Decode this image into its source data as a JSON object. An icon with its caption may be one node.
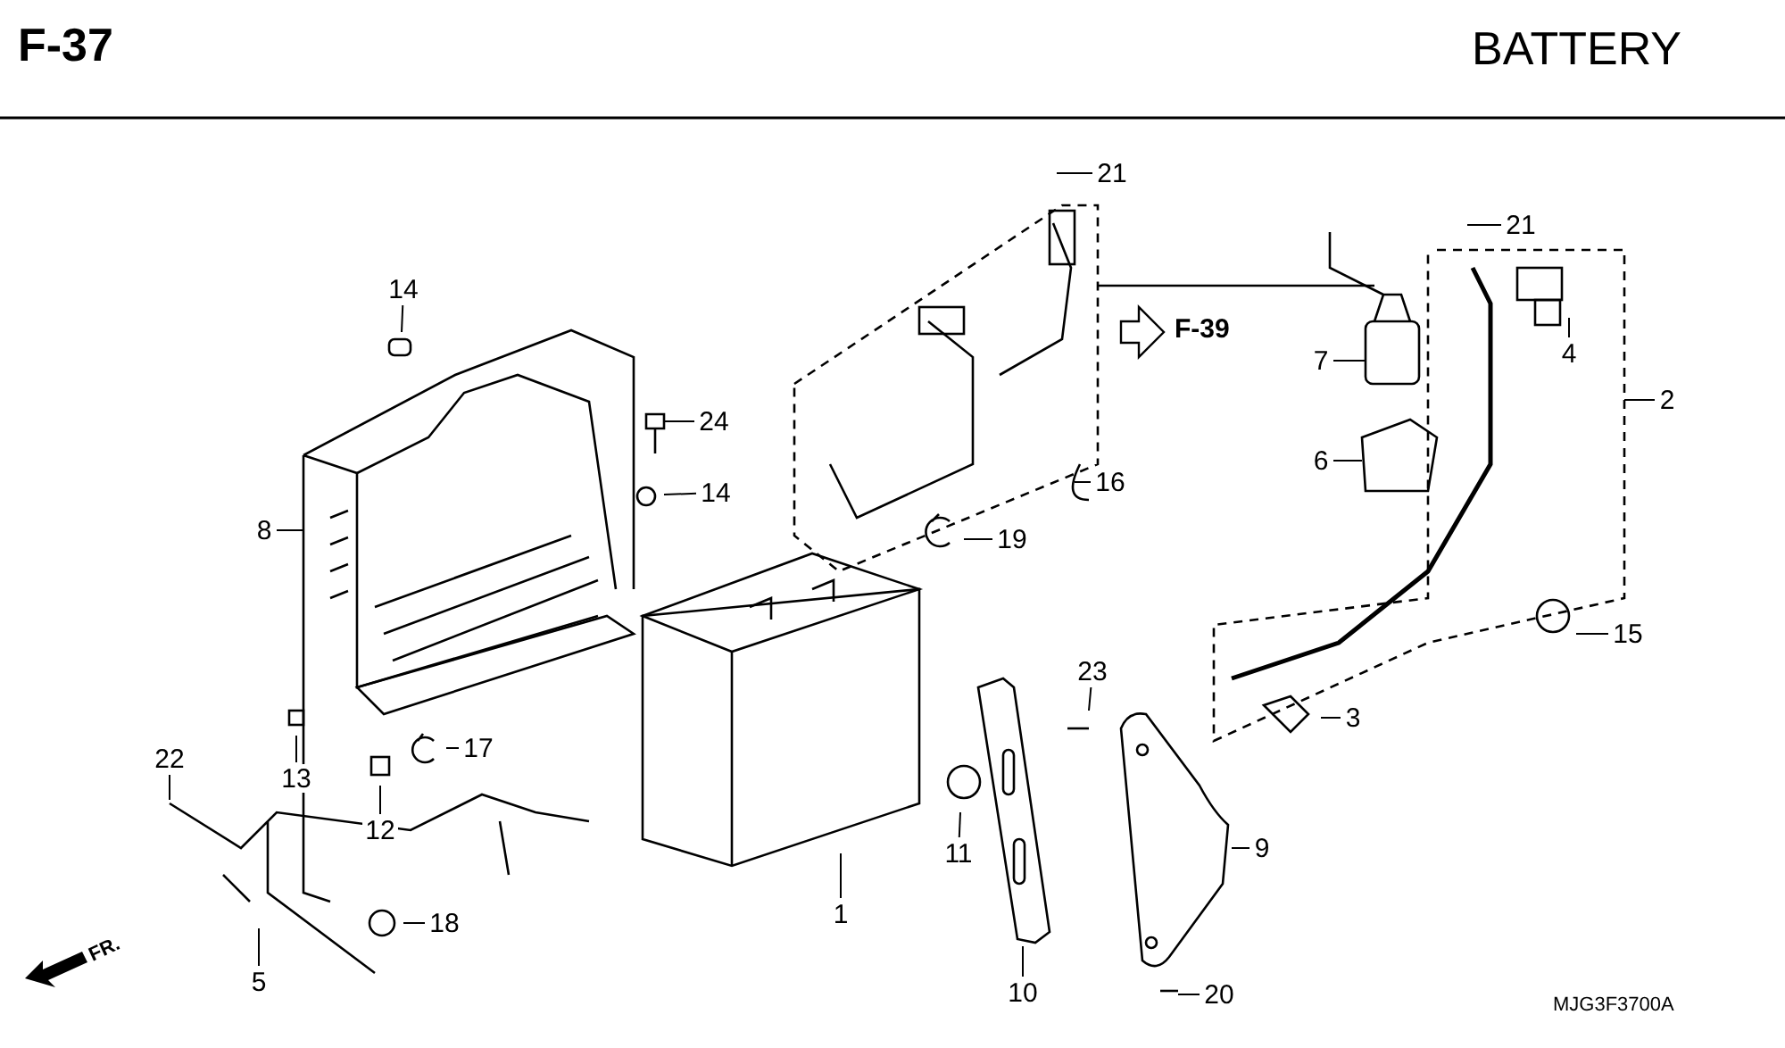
{
  "diagram": {
    "title": "BATTERY",
    "nodes": [
      {
        "text": [
          "21"
        ]
      },
      {
        "text": [
          "21"
        ]
      },
      {
        "text": [
          "14"
        ]
      },
      {
        "text": [
          "7"
        ]
      },
      {
        "text": [
          "4"
        ]
      },
      {
        "text": [
          "2"
        ]
      },
      {
        "text": [
          "24"
        ]
      },
      {
        "text": [
          "6"
        ]
      },
      {
        "text": [
          "16"
        ]
      },
      {
        "text": [
          "14"
        ]
      },
      {
        "text": [
          "8"
        ]
      },
      {
        "text": [
          "19"
        ]
      },
      {
        "text": [
          "15"
        ]
      },
      {
        "text": [
          "23"
        ]
      },
      {
        "text": [
          "3"
        ]
      },
      {
        "text": [
          "17"
        ]
      },
      {
        "text": [
          "22"
        ]
      },
      {
        "text": [
          "13"
        ]
      },
      {
        "text": [
          "12"
        ]
      },
      {
        "text": [
          "9"
        ]
      },
      {
        "text": [
          "11"
        ]
      },
      {
        "text": [
          "1"
        ]
      },
      {
        "text": [
          "18"
        ]
      },
      {
        "text": [
          "5"
        ]
      },
      {
        "text": [
          "10"
        ]
      },
      {
        "text": [
          "20"
        ]
      }
    ],
    "edges": [
      {
        "from": 0,
        "to": null,
        "arrow": "none"
      },
      {
        "from": 1,
        "to": null,
        "arrow": "none"
      },
      {
        "from": 2,
        "to": null,
        "arrow": "none"
      },
      {
        "from": 3,
        "to": null,
        "arrow": "none"
      },
      {
        "from": 4,
        "to": null,
        "arrow": "none"
      },
      {
        "from": 5,
        "to": null,
        "arrow": "none"
      },
      {
        "from": 6,
        "to": null,
        "arrow": "none"
      },
      {
        "from": 7,
        "to": null,
        "arrow": "none"
      },
      {
        "from": 8,
        "to": null,
        "arrow": "none"
      },
      {
        "from": 9,
        "to": null,
        "arrow": "none"
      },
      {
        "from": 10,
        "to": null,
        "arrow": "none"
      },
      {
        "from": 11,
        "to": null,
        "arrow": "none"
      },
      {
        "from": 12,
        "to": null,
        "arrow": "none"
      },
      {
        "from": 13,
        "to": null,
        "arrow": "none"
      },
      {
        "from": 14,
        "to": null,
        "arrow": "none"
      },
      {
        "from": 15,
        "to": null,
        "arrow": "none"
      },
      {
        "from": 16,
        "to": null,
        "arrow": "none"
      },
      {
        "from": 17,
        "to": null,
        "arrow": "none"
      },
      {
        "from": 18,
        "to": null,
        "arrow": "none"
      },
      {
        "from": 19,
        "to": null,
        "arrow": "none"
      },
      {
        "from": 20,
        "to": null,
        "arrow": "none"
      },
      {
        "from": 21,
        "to": null,
        "arrow": "none"
      },
      {
        "from": 22,
        "to": null,
        "arrow": "none"
      },
      {
        "from": 23,
        "to": null,
        "arrow": "none"
      },
      {
        "from": 24,
        "to": null,
        "arrow": "none"
      },
      {
        "from": 25,
        "to": null,
        "arrow": "none"
      }
    ],
    "labels": [
      "F-37",
      "F-39",
      "FR.",
      "MJG3F3700A"
    ]
  }
}
